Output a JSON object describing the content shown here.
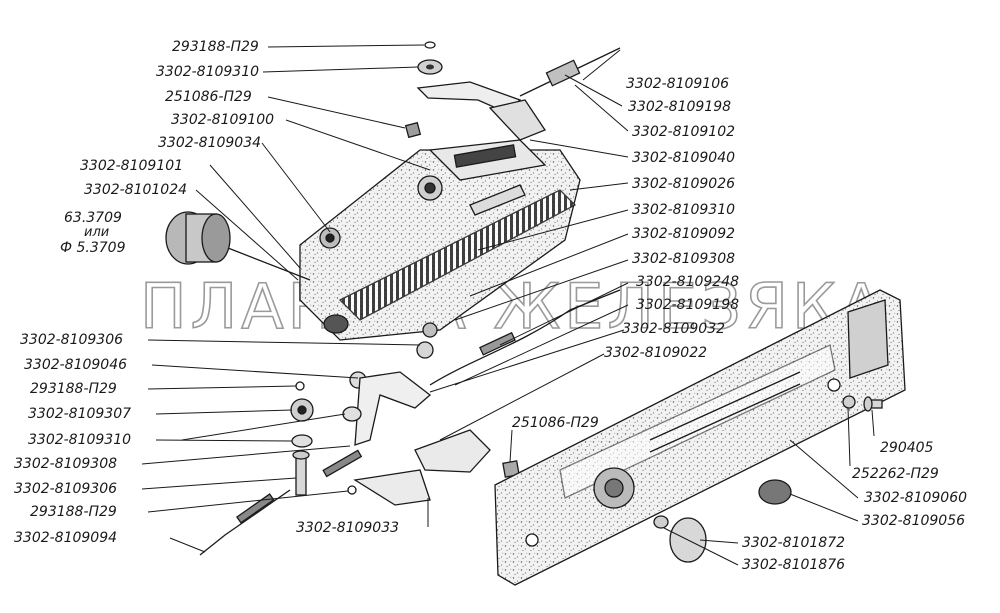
{
  "watermark": "ПЛАНЕТА ЖЕЛЕЗЯКА",
  "labels": {
    "l01": "293188-П29",
    "l02": "3302-8109310",
    "l03": "251086-П29",
    "l04": "3302-8109100",
    "l05": "3302-8109034",
    "l06": "3302-8109101",
    "l07": "3302-8101024",
    "l08a": "63.3709",
    "l08b": "или",
    "l08c": "Ф 5.3709",
    "r01": "3302-8109106",
    "r02": "3302-8109198",
    "r03": "3302-8109102",
    "r04": "3302-8109040",
    "r05": "3302-8109026",
    "r06": "3302-8109310",
    "r07": "3302-8109092",
    "r08": "3302-8109308",
    "r09": "3302-8109248",
    "r10": "3302-8109198",
    "r11": "3302-8109032",
    "r12": "3302-8109022",
    "b01": "3302-8109306",
    "b02": "3302-8109046",
    "b03": "293188-П29",
    "b04": "3302-8109307",
    "b05": "3302-8109310",
    "b06": "3302-8109308",
    "b07": "3302-8109306",
    "b08": "293188-П29",
    "b09": "3302-8109094",
    "m01": "3302-8109033",
    "m02": "251086-П29",
    "p01": "290405",
    "p02": "252262-П29",
    "p03": "3302-8109060",
    "p04": "3302-8109056",
    "p05": "3302-8101872",
    "p06": "3302-8101876"
  }
}
